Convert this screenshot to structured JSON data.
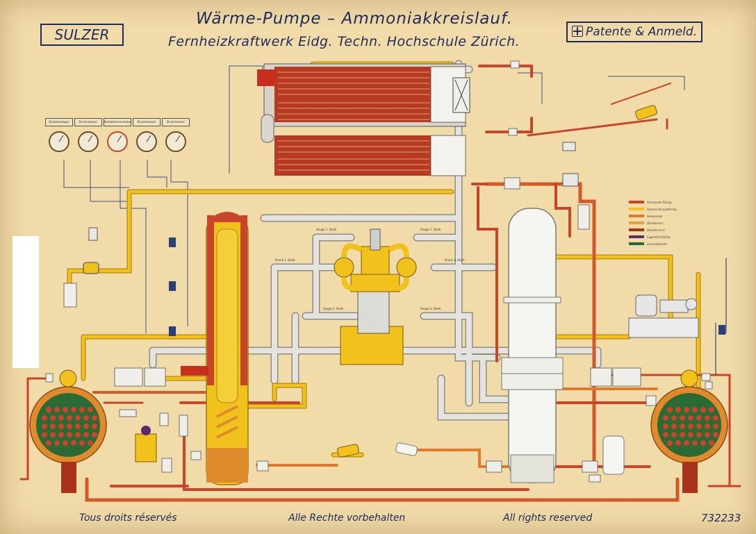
{
  "title": "Wärme-Pumpe – Ammoniakkreislauf.",
  "subtitle": "Fernheizkraftwerk Eidg. Techn. Hochschule Zürich.",
  "brand": "SULZER",
  "patent_note": "Patente & Anmeld.",
  "footer": {
    "rights_fr": "Tous droits réservés",
    "rights_de": "Alle Rechte vorbehalten",
    "rights_en": "All rights reserved",
    "catalog_number": "732233"
  },
  "legend": [
    {
      "label": "Ammoniak flüssig",
      "color": "#c9452a"
    },
    {
      "label": "Ammoniak gasförmig",
      "color": "#f2c21c"
    },
    {
      "label": "Heizwasser",
      "color": "#dd7a2e"
    },
    {
      "label": "Dieselkreis I",
      "color": "#e8a135"
    },
    {
      "label": "Dieselkreis II",
      "color": "#a8331d"
    },
    {
      "label": "Lagerkühl-Kühler",
      "color": "#5b2a6b"
    },
    {
      "label": "Limmatwasser",
      "color": "#1f6b3c"
    }
  ],
  "gauges": [
    {
      "label": "Direktanzeiger"
    },
    {
      "label": "Druckmesser"
    },
    {
      "label": "Kontaktmanometer"
    },
    {
      "label": "Druckmesser"
    },
    {
      "label": "Druckmesser"
    }
  ],
  "valve_tags": [
    "Sauge 1. Stufe",
    "Sauge 1. Stufe",
    "Druck 1. Stufe",
    "Druck 1. Stufe",
    "Sauge 2. Stufe",
    "Sauge 2. Stufe"
  ],
  "colors": {
    "paper": "#f1dba9",
    "ink": "#1d2a5c",
    "liquid": "#c9452a",
    "gas": "#f2c21c",
    "water": "#dd7a2e",
    "pipe_grey": "#dcdcd6",
    "limmat": "#1f6b3c"
  }
}
